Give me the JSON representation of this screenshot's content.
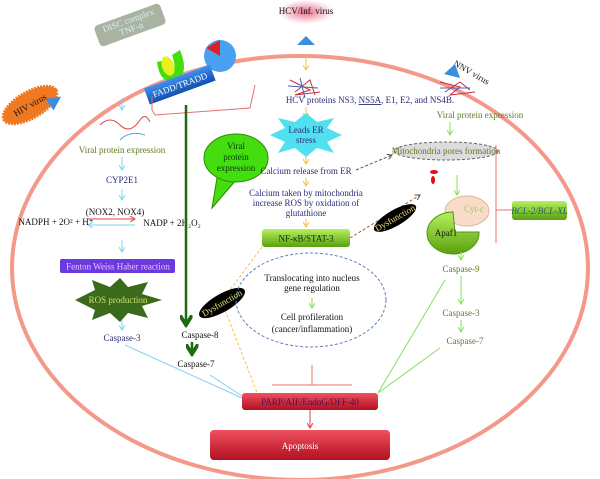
{
  "viruses": {
    "hiv": "HIV virus",
    "hcv": "HCV/Inf. virus",
    "nnv": "NNV virus"
  },
  "receptors": {
    "disc_line1": "DISC complex",
    "disc_line2": "TNF-α",
    "fadd": "FADD/TRADD"
  },
  "left_pathway": {
    "viral_expression": "Viral protein expression",
    "cyp": "CYP2E1",
    "nox": "(NOX2, NOX4)",
    "nadph": "NADPH + 2O² + H⁺",
    "nadp": "NADP + 2H₂O₂",
    "fenton": "Fenton Weiss Haber reaction",
    "ros": "ROS production",
    "caspase3": "Caspase-3"
  },
  "extrinsic": {
    "bubble": [
      "Viral",
      "protein",
      "expression"
    ],
    "caspase8": "Caspase-8",
    "caspase7": "Caspase-7"
  },
  "center_pathway": {
    "hcv_proteins_prefix": "HCV proteins NS3, ",
    "hcv_proteins_ns5a": "NS5A",
    "hcv_proteins_suffix": ", E1, E2, and NS4B.",
    "er_stress": [
      "Leads ER",
      "stress"
    ],
    "calcium_release": "Calcium release from ER",
    "calcium_taken": [
      "Calcium taken by mitochondria",
      "increase ROS by oxidation of",
      "glutathione"
    ],
    "nfkb": "NF-κB/STAT-3",
    "nucleus": [
      "Translocating into nucleus",
      "gene regulation"
    ],
    "proliferation": [
      "Cell profileration",
      "(cancer/inflammation)"
    ],
    "dysfunction": "Dysfunction"
  },
  "right_pathway": {
    "viral_expression": "Viral protein expression",
    "mito_pores": "Mitochondria pores formation",
    "cytc": "Cyt-c",
    "apaf1": "Apaf1",
    "bcl": "BCL-2/BCL-XL",
    "caspase9": "Caspase-9",
    "caspase3": "Caspase-3",
    "caspase7": "Caspase-7"
  },
  "effectors": {
    "parp": "PARP/AIF/EndoG/DFF-40",
    "apoptosis": "Apoptosis"
  },
  "colors": {
    "membrane": "#f4998a",
    "inhibit": "#e87070",
    "blue_arrow": "#7fd3f0",
    "yellow_arrow": "#f7c24a",
    "green_arrow": "#86e05a",
    "dark_green": "#1e6b10"
  }
}
